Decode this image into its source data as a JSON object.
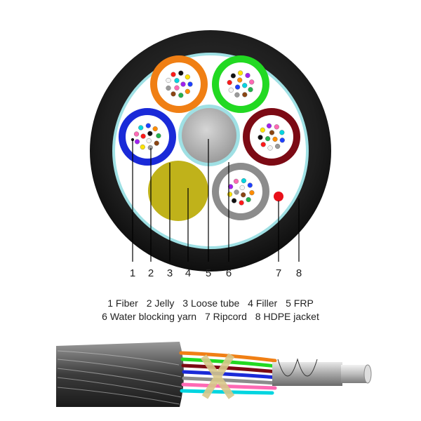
{
  "colors": {
    "jacket": "#1c1c1c",
    "inner_sheath": "#ffffff",
    "water_blocking": "#9fe0e4",
    "frp": "#b2b2b2",
    "filler": "#c0b21a",
    "ripcord": "#e8101a",
    "tube_orange": "#f07f14",
    "tube_green": "#22d922",
    "tube_darkred": "#7c0a14",
    "tube_gray": "#8c8c8c",
    "tube_blue": "#1a2ad8",
    "leader": "#000000"
  },
  "fiber_colors": [
    "#1e40ff",
    "#ff8c00",
    "#22b14c",
    "#8b4513",
    "#9a9a9a",
    "#f4f4f4",
    "#ff1a1a",
    "#111111",
    "#ffe400",
    "#a020f0",
    "#ff69b4",
    "#00d5e0"
  ],
  "tubes": [
    {
      "name": "tube-orange",
      "color_key": "tube_orange"
    },
    {
      "name": "tube-green",
      "color_key": "tube_green"
    },
    {
      "name": "tube-darkred",
      "color_key": "tube_darkred"
    },
    {
      "name": "tube-gray",
      "color_key": "tube_gray"
    },
    {
      "name": "tube-blue",
      "color_key": "tube_blue"
    }
  ],
  "callouts": [
    {
      "number": "1"
    },
    {
      "number": "2"
    },
    {
      "number": "3"
    },
    {
      "number": "4"
    },
    {
      "number": "5"
    },
    {
      "number": "6"
    },
    {
      "number": "7"
    },
    {
      "number": "8"
    }
  ],
  "legend": {
    "line1": [
      {
        "number": "1",
        "text": "Fiber"
      },
      {
        "number": "2",
        "text": "Jelly"
      },
      {
        "number": "3",
        "text": "Loose tube"
      },
      {
        "number": "4",
        "text": "Filler"
      },
      {
        "number": "5",
        "text": "FRP"
      }
    ],
    "line2": [
      {
        "number": "6",
        "text": "Water blocking yarn"
      },
      {
        "number": "7",
        "text": "Ripcord"
      },
      {
        "number": "8",
        "text": "HDPE jacket"
      }
    ]
  }
}
